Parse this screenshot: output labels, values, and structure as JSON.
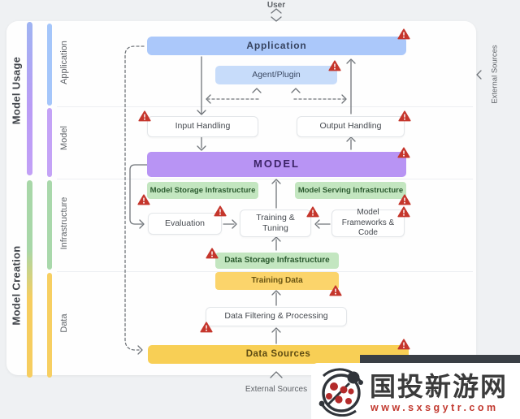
{
  "header": {
    "user_label": "User"
  },
  "footer": {
    "external_sources_label": "External Sources"
  },
  "right_rail": {
    "external_sources_label": "External Sources"
  },
  "left_rail": {
    "group_labels": {
      "model_usage": "Model Usage",
      "model_creation": "Model Creation"
    },
    "category_labels": {
      "application": "Application",
      "model": "Model",
      "infrastructure": "Infrastructure",
      "data": "Data"
    }
  },
  "diagram": {
    "application": "Application",
    "agent_plugin": "Agent/Plugin",
    "input_handling": "Input Handling",
    "output_handling": "Output Handling",
    "model": "MODEL",
    "model_storage_infrastructure": "Model Storage Infrastructure",
    "model_serving_infrastructure": "Model Serving Infrastructure",
    "evaluation": "Evaluation",
    "training_and_tuning": "Training & Tuning",
    "model_frameworks_and_code": "Model Frameworks & Code",
    "data_storage_infrastructure": "Data Storage Infrastructure",
    "training_data": "Training Data",
    "data_filtering_and_processing": "Data Filtering & Processing",
    "data_sources": "Data Sources"
  },
  "colors": {
    "application_box": "#abc8fa",
    "agent_plugin_box": "#c7dcfa",
    "model_box": "#b894f4",
    "infrastructure_box": "#c3e6c0",
    "training_data_box": "#fbd46b",
    "data_sources_box": "#f8cf55",
    "warning_red": "#c5362c",
    "usage_bar_top": "#9fb4f2",
    "usage_bar_bottom": "#b99cf5",
    "creation_bar_top": "#a8d7a8",
    "creation_bar_bottom": "#f6cd5f"
  },
  "watermark": {
    "site_name": "国投新游网",
    "site_url": "www.sxsgytr.com"
  }
}
